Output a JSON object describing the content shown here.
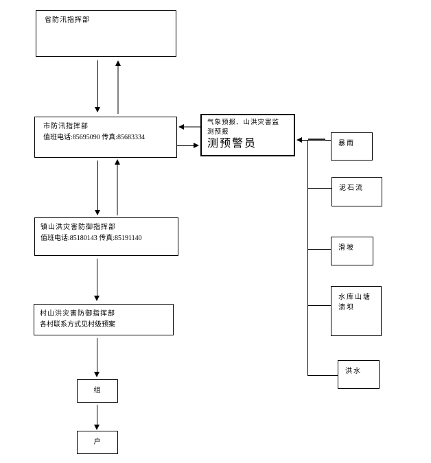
{
  "boxes": {
    "province": {
      "title": "省防汛指挥部"
    },
    "city": {
      "title": "市防汛指挥部",
      "contact": "值班电话:85695090 传真:85683334"
    },
    "forecast": {
      "description": "气象预报、山洪灾害监\n测预报",
      "role": "测预警员"
    },
    "town": {
      "title": "镇山洪灾害防御指挥部",
      "contact": "值班电话:85180143 传真:85191140"
    },
    "village": {
      "title": "村山洪灾害防御指挥部",
      "note": "各村联系方式见村级预案"
    },
    "group": {
      "label": "组"
    },
    "household": {
      "label": "户"
    }
  },
  "hazards": [
    {
      "label": "暴雨"
    },
    {
      "label": "泥石流"
    },
    {
      "label": "滑坡"
    },
    {
      "label": "水库山塘\n溃坝"
    },
    {
      "label": "洪水"
    }
  ],
  "colors": {
    "line": "#000000",
    "gray_arrow": "#808080",
    "background": "#ffffff"
  }
}
